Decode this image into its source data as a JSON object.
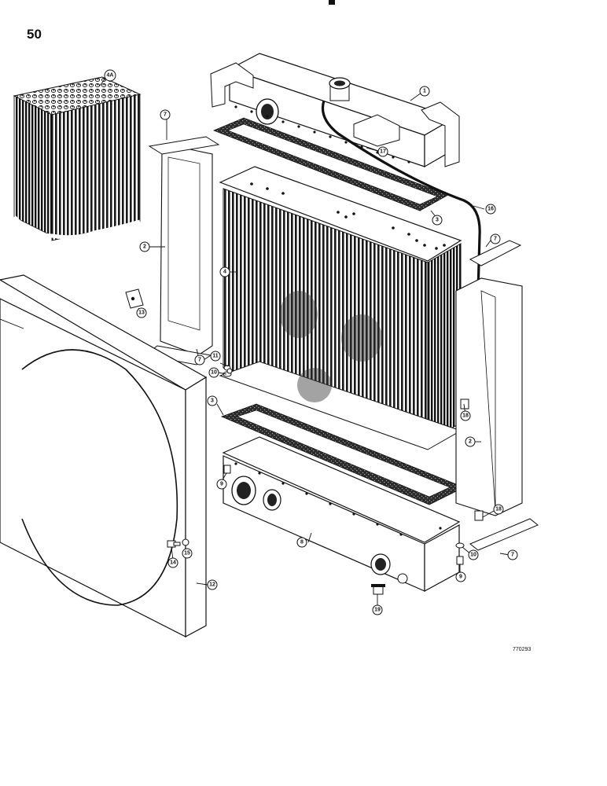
{
  "page_number": "50",
  "figure_ref": "770293",
  "callouts": [
    {
      "id": "c-1",
      "label": "1"
    },
    {
      "id": "c-4a",
      "label": "4A"
    },
    {
      "id": "c-7-topleft",
      "label": "7"
    },
    {
      "id": "c-17",
      "label": "17"
    },
    {
      "id": "c-3-top",
      "label": "3"
    },
    {
      "id": "c-16",
      "label": "16"
    },
    {
      "id": "c-2-left",
      "label": "2"
    },
    {
      "id": "c-7-right-top",
      "label": "7"
    },
    {
      "id": "c-4",
      "label": "4"
    },
    {
      "id": "c-13",
      "label": "13"
    },
    {
      "id": "c-7-left-bottom",
      "label": "7"
    },
    {
      "id": "c-11",
      "label": "11"
    },
    {
      "id": "c-10-left",
      "label": "10"
    },
    {
      "id": "c-18-upper",
      "label": "18"
    },
    {
      "id": "c-3-bottom",
      "label": "3"
    },
    {
      "id": "c-2-right",
      "label": "2"
    },
    {
      "id": "c-9-left",
      "label": "9"
    },
    {
      "id": "c-18-lower",
      "label": "18"
    },
    {
      "id": "c-8",
      "label": "8"
    },
    {
      "id": "c-10-right",
      "label": "10"
    },
    {
      "id": "c-7-bottom-right",
      "label": "7"
    },
    {
      "id": "c-14",
      "label": "14"
    },
    {
      "id": "c-15",
      "label": "15"
    },
    {
      "id": "c-9-right",
      "label": "9"
    },
    {
      "id": "c-12",
      "label": "12"
    },
    {
      "id": "c-19",
      "label": "19"
    }
  ]
}
